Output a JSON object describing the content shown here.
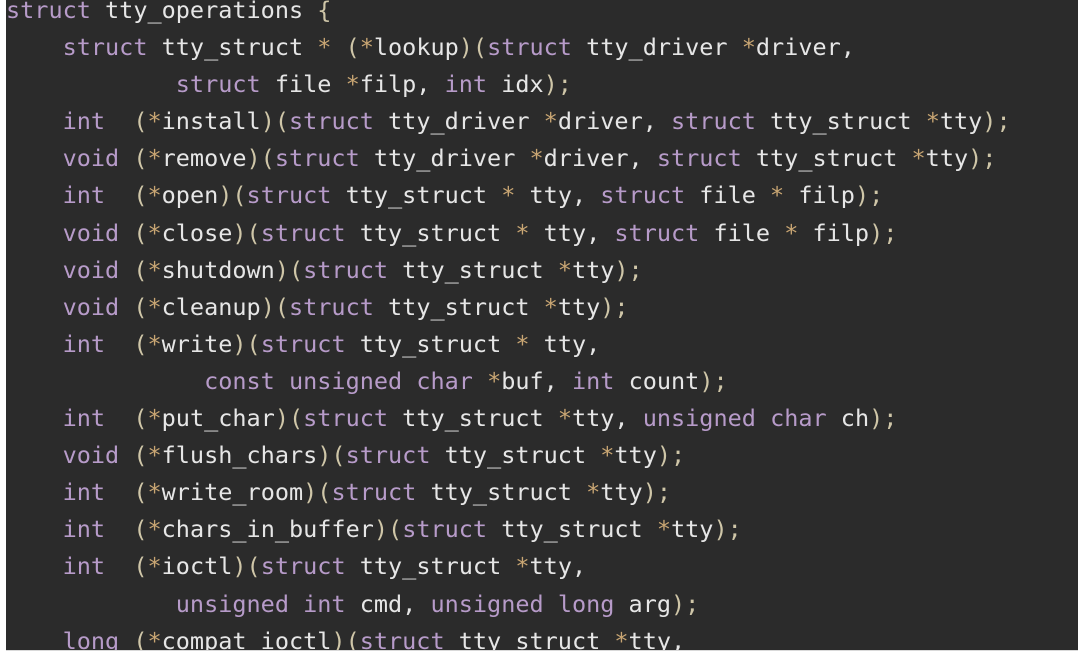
{
  "code_lines": [
    [
      {
        "t": "struct",
        "c": "kw"
      },
      {
        "t": " tty_operations ",
        "c": "tok"
      },
      {
        "t": "{",
        "c": "punc"
      }
    ],
    [
      {
        "t": "    struct",
        "c": "kw"
      },
      {
        "t": " tty_struct ",
        "c": "tok"
      },
      {
        "t": "*",
        "c": "op"
      },
      {
        "t": " (",
        "c": "punc"
      },
      {
        "t": "*",
        "c": "op"
      },
      {
        "t": "lookup",
        "c": "tok"
      },
      {
        "t": ")(",
        "c": "punc"
      },
      {
        "t": "struct",
        "c": "kw"
      },
      {
        "t": " tty_driver ",
        "c": "tok"
      },
      {
        "t": "*",
        "c": "op"
      },
      {
        "t": "driver,",
        "c": "tok"
      }
    ],
    [
      {
        "t": "            struct",
        "c": "kw"
      },
      {
        "t": " file ",
        "c": "tok"
      },
      {
        "t": "*",
        "c": "op"
      },
      {
        "t": "filp, ",
        "c": "tok"
      },
      {
        "t": "int",
        "c": "kw"
      },
      {
        "t": " idx",
        "c": "tok"
      },
      {
        "t": ");",
        "c": "punc"
      }
    ],
    [
      {
        "t": "    int",
        "c": "kw"
      },
      {
        "t": "  (",
        "c": "punc"
      },
      {
        "t": "*",
        "c": "op"
      },
      {
        "t": "install",
        "c": "tok"
      },
      {
        "t": ")(",
        "c": "punc"
      },
      {
        "t": "struct",
        "c": "kw"
      },
      {
        "t": " tty_driver ",
        "c": "tok"
      },
      {
        "t": "*",
        "c": "op"
      },
      {
        "t": "driver, ",
        "c": "tok"
      },
      {
        "t": "struct",
        "c": "kw"
      },
      {
        "t": " tty_struct ",
        "c": "tok"
      },
      {
        "t": "*",
        "c": "op"
      },
      {
        "t": "tty",
        "c": "tok"
      },
      {
        "t": ");",
        "c": "punc"
      }
    ],
    [
      {
        "t": "    void",
        "c": "kw"
      },
      {
        "t": " (",
        "c": "punc"
      },
      {
        "t": "*",
        "c": "op"
      },
      {
        "t": "remove",
        "c": "tok"
      },
      {
        "t": ")(",
        "c": "punc"
      },
      {
        "t": "struct",
        "c": "kw"
      },
      {
        "t": " tty_driver ",
        "c": "tok"
      },
      {
        "t": "*",
        "c": "op"
      },
      {
        "t": "driver, ",
        "c": "tok"
      },
      {
        "t": "struct",
        "c": "kw"
      },
      {
        "t": " tty_struct ",
        "c": "tok"
      },
      {
        "t": "*",
        "c": "op"
      },
      {
        "t": "tty",
        "c": "tok"
      },
      {
        "t": ");",
        "c": "punc"
      }
    ],
    [
      {
        "t": "    int",
        "c": "kw"
      },
      {
        "t": "  (",
        "c": "punc"
      },
      {
        "t": "*",
        "c": "op"
      },
      {
        "t": "open",
        "c": "tok"
      },
      {
        "t": ")(",
        "c": "punc"
      },
      {
        "t": "struct",
        "c": "kw"
      },
      {
        "t": " tty_struct ",
        "c": "tok"
      },
      {
        "t": "*",
        "c": "op"
      },
      {
        "t": " tty, ",
        "c": "tok"
      },
      {
        "t": "struct",
        "c": "kw"
      },
      {
        "t": " file ",
        "c": "tok"
      },
      {
        "t": "*",
        "c": "op"
      },
      {
        "t": " filp",
        "c": "tok"
      },
      {
        "t": ");",
        "c": "punc"
      }
    ],
    [
      {
        "t": "    void",
        "c": "kw"
      },
      {
        "t": " (",
        "c": "punc"
      },
      {
        "t": "*",
        "c": "op"
      },
      {
        "t": "close",
        "c": "tok"
      },
      {
        "t": ")(",
        "c": "punc"
      },
      {
        "t": "struct",
        "c": "kw"
      },
      {
        "t": " tty_struct ",
        "c": "tok"
      },
      {
        "t": "*",
        "c": "op"
      },
      {
        "t": " tty, ",
        "c": "tok"
      },
      {
        "t": "struct",
        "c": "kw"
      },
      {
        "t": " file ",
        "c": "tok"
      },
      {
        "t": "*",
        "c": "op"
      },
      {
        "t": " filp",
        "c": "tok"
      },
      {
        "t": ");",
        "c": "punc"
      }
    ],
    [
      {
        "t": "    void",
        "c": "kw"
      },
      {
        "t": " (",
        "c": "punc"
      },
      {
        "t": "*",
        "c": "op"
      },
      {
        "t": "shutdown",
        "c": "tok"
      },
      {
        "t": ")(",
        "c": "punc"
      },
      {
        "t": "struct",
        "c": "kw"
      },
      {
        "t": " tty_struct ",
        "c": "tok"
      },
      {
        "t": "*",
        "c": "op"
      },
      {
        "t": "tty",
        "c": "tok"
      },
      {
        "t": ");",
        "c": "punc"
      }
    ],
    [
      {
        "t": "    void",
        "c": "kw"
      },
      {
        "t": " (",
        "c": "punc"
      },
      {
        "t": "*",
        "c": "op"
      },
      {
        "t": "cleanup",
        "c": "tok"
      },
      {
        "t": ")(",
        "c": "punc"
      },
      {
        "t": "struct",
        "c": "kw"
      },
      {
        "t": " tty_struct ",
        "c": "tok"
      },
      {
        "t": "*",
        "c": "op"
      },
      {
        "t": "tty",
        "c": "tok"
      },
      {
        "t": ");",
        "c": "punc"
      }
    ],
    [
      {
        "t": "    int",
        "c": "kw"
      },
      {
        "t": "  (",
        "c": "punc"
      },
      {
        "t": "*",
        "c": "op"
      },
      {
        "t": "write",
        "c": "tok"
      },
      {
        "t": ")(",
        "c": "punc"
      },
      {
        "t": "struct",
        "c": "kw"
      },
      {
        "t": " tty_struct ",
        "c": "tok"
      },
      {
        "t": "*",
        "c": "op"
      },
      {
        "t": " tty,",
        "c": "tok"
      }
    ],
    [
      {
        "t": "              const",
        "c": "kw"
      },
      {
        "t": " ",
        "c": "tok"
      },
      {
        "t": "unsigned",
        "c": "kw"
      },
      {
        "t": " ",
        "c": "tok"
      },
      {
        "t": "char",
        "c": "kw"
      },
      {
        "t": " ",
        "c": "tok"
      },
      {
        "t": "*",
        "c": "op"
      },
      {
        "t": "buf, ",
        "c": "tok"
      },
      {
        "t": "int",
        "c": "kw"
      },
      {
        "t": " count",
        "c": "tok"
      },
      {
        "t": ");",
        "c": "punc"
      }
    ],
    [
      {
        "t": "    int",
        "c": "kw"
      },
      {
        "t": "  (",
        "c": "punc"
      },
      {
        "t": "*",
        "c": "op"
      },
      {
        "t": "put_char",
        "c": "tok"
      },
      {
        "t": ")(",
        "c": "punc"
      },
      {
        "t": "struct",
        "c": "kw"
      },
      {
        "t": " tty_struct ",
        "c": "tok"
      },
      {
        "t": "*",
        "c": "op"
      },
      {
        "t": "tty, ",
        "c": "tok"
      },
      {
        "t": "unsigned",
        "c": "kw"
      },
      {
        "t": " ",
        "c": "tok"
      },
      {
        "t": "char",
        "c": "kw"
      },
      {
        "t": " ch",
        "c": "tok"
      },
      {
        "t": ");",
        "c": "punc"
      }
    ],
    [
      {
        "t": "    void",
        "c": "kw"
      },
      {
        "t": " (",
        "c": "punc"
      },
      {
        "t": "*",
        "c": "op"
      },
      {
        "t": "flush_chars",
        "c": "tok"
      },
      {
        "t": ")(",
        "c": "punc"
      },
      {
        "t": "struct",
        "c": "kw"
      },
      {
        "t": " tty_struct ",
        "c": "tok"
      },
      {
        "t": "*",
        "c": "op"
      },
      {
        "t": "tty",
        "c": "tok"
      },
      {
        "t": ");",
        "c": "punc"
      }
    ],
    [
      {
        "t": "    int",
        "c": "kw"
      },
      {
        "t": "  (",
        "c": "punc"
      },
      {
        "t": "*",
        "c": "op"
      },
      {
        "t": "write_room",
        "c": "tok"
      },
      {
        "t": ")(",
        "c": "punc"
      },
      {
        "t": "struct",
        "c": "kw"
      },
      {
        "t": " tty_struct ",
        "c": "tok"
      },
      {
        "t": "*",
        "c": "op"
      },
      {
        "t": "tty",
        "c": "tok"
      },
      {
        "t": ");",
        "c": "punc"
      }
    ],
    [
      {
        "t": "    int",
        "c": "kw"
      },
      {
        "t": "  (",
        "c": "punc"
      },
      {
        "t": "*",
        "c": "op"
      },
      {
        "t": "chars_in_buffer",
        "c": "tok"
      },
      {
        "t": ")(",
        "c": "punc"
      },
      {
        "t": "struct",
        "c": "kw"
      },
      {
        "t": " tty_struct ",
        "c": "tok"
      },
      {
        "t": "*",
        "c": "op"
      },
      {
        "t": "tty",
        "c": "tok"
      },
      {
        "t": ");",
        "c": "punc"
      }
    ],
    [
      {
        "t": "    int",
        "c": "kw"
      },
      {
        "t": "  (",
        "c": "punc"
      },
      {
        "t": "*",
        "c": "op"
      },
      {
        "t": "ioctl",
        "c": "tok"
      },
      {
        "t": ")(",
        "c": "punc"
      },
      {
        "t": "struct",
        "c": "kw"
      },
      {
        "t": " tty_struct ",
        "c": "tok"
      },
      {
        "t": "*",
        "c": "op"
      },
      {
        "t": "tty,",
        "c": "tok"
      }
    ],
    [
      {
        "t": "            unsigned",
        "c": "kw"
      },
      {
        "t": " ",
        "c": "tok"
      },
      {
        "t": "int",
        "c": "kw"
      },
      {
        "t": " cmd, ",
        "c": "tok"
      },
      {
        "t": "unsigned",
        "c": "kw"
      },
      {
        "t": " ",
        "c": "tok"
      },
      {
        "t": "long",
        "c": "kw"
      },
      {
        "t": " arg",
        "c": "tok"
      },
      {
        "t": ");",
        "c": "punc"
      }
    ],
    [
      {
        "t": "    long",
        "c": "kw"
      },
      {
        "t": " (",
        "c": "punc"
      },
      {
        "t": "*",
        "c": "op"
      },
      {
        "t": "compat_ioctl",
        "c": "tok"
      },
      {
        "t": ")(",
        "c": "punc"
      },
      {
        "t": "struct",
        "c": "kw"
      },
      {
        "t": " tty_struct ",
        "c": "tok"
      },
      {
        "t": "*",
        "c": "op"
      },
      {
        "t": "tty,",
        "c": "tok"
      }
    ]
  ]
}
